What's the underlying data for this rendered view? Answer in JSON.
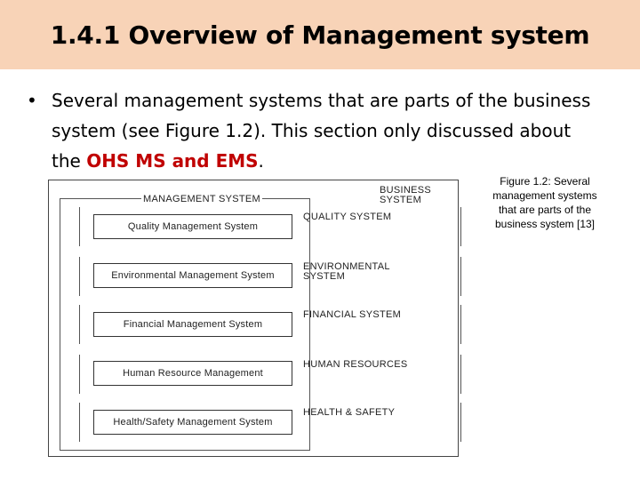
{
  "slide": {
    "title": "1.4.1 Overview of Management system",
    "bullet": {
      "marker": "•",
      "text_before": "Several management systems that are parts of the business system (see Figure 1.2). This section only discussed about the ",
      "highlight": "OHS MS and EMS",
      "text_after": "."
    },
    "caption": "Figure 1.2: Several management systems that are parts of the business system [13]"
  },
  "figure": {
    "business_label": "BUSINESS\nSYSTEM",
    "management_label": "MANAGEMENT SYSTEM",
    "rows": [
      {
        "box": "Quality Management System",
        "system": "QUALITY SYSTEM"
      },
      {
        "box": "Environmental Management System",
        "system": "ENVIRONMENTAL\nSYSTEM"
      },
      {
        "box": "Financial Management System",
        "system": "FINANCIAL SYSTEM"
      },
      {
        "box": "Human Resource Management",
        "system": "HUMAN RESOURCES"
      },
      {
        "box": "Health/Safety Management System",
        "system": "HEALTH & SAFETY"
      }
    ]
  },
  "colors": {
    "title_background": "#f8d3b7",
    "highlight": "#c00000"
  }
}
